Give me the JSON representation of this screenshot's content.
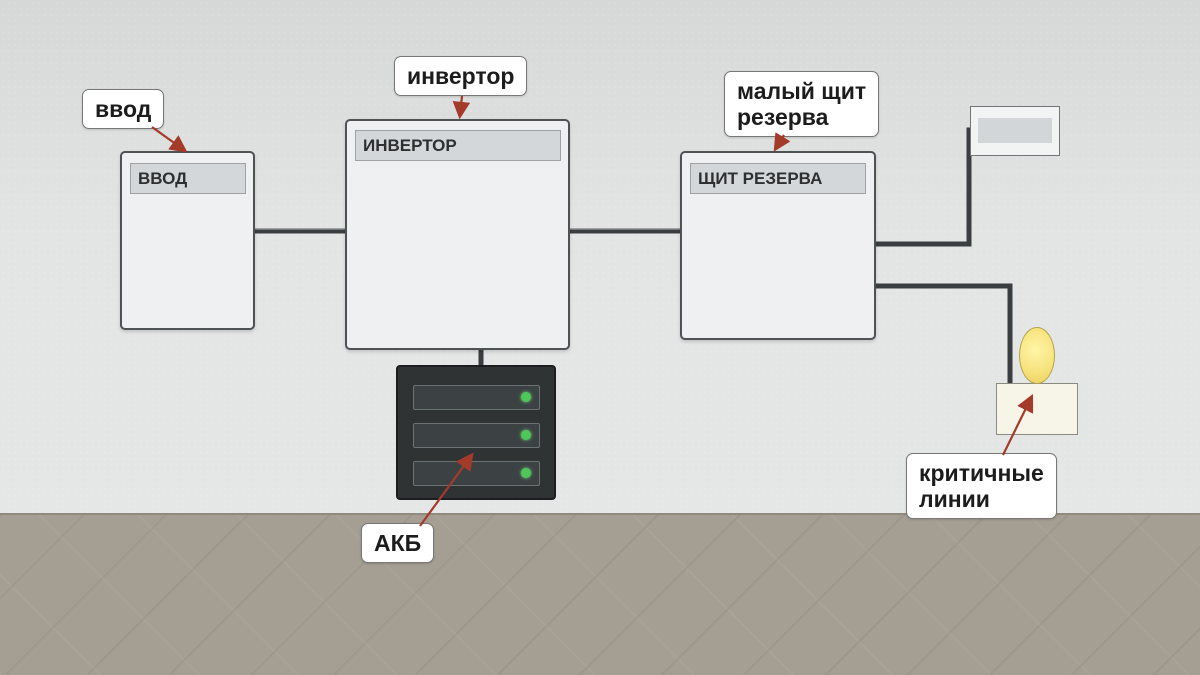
{
  "panels": {
    "vvod": {
      "header": "ВВОД"
    },
    "inverter": {
      "header": "ИНВЕРТОР"
    },
    "reserve": {
      "header": "ЩИТ РЕЗЕРВА"
    }
  },
  "callouts": {
    "vvod": "ввод",
    "inverter": "инвертор",
    "reserve": "малый щит\nрезерва",
    "battery": "АКБ",
    "critical": "критичные\nлинии"
  },
  "colors": {
    "wire": "#3a3e40",
    "arrow": "#a33a2a",
    "battery_led": "#4fc65a",
    "lamp": "#f6e27a"
  },
  "battery": {
    "cells": 3
  }
}
